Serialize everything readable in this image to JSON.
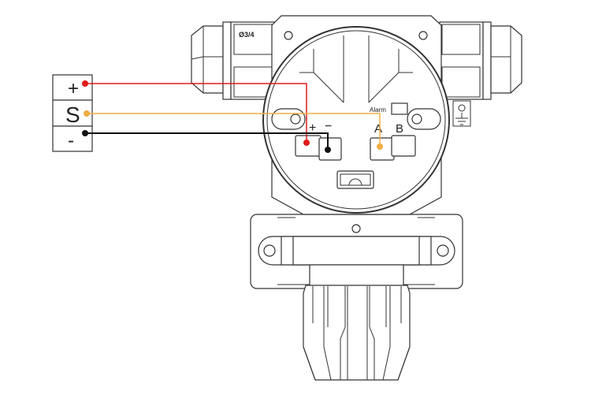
{
  "terminal_block": {
    "rows": [
      {
        "label": "+",
        "wire_color": "#e01b1b"
      },
      {
        "label": "S",
        "wire_color": "#f0ad45"
      },
      {
        "label": "-",
        "wire_color": "#111111"
      }
    ]
  },
  "device": {
    "gland_label": "Ø3/4",
    "alarm_label": "Alarm",
    "terminal_plus": "+",
    "terminal_minus": "−",
    "terminal_a": "A",
    "terminal_b": "B"
  },
  "colors": {
    "red": "#e01b1b",
    "orange": "#f0ad45",
    "black": "#111111",
    "outline": "#333333"
  }
}
